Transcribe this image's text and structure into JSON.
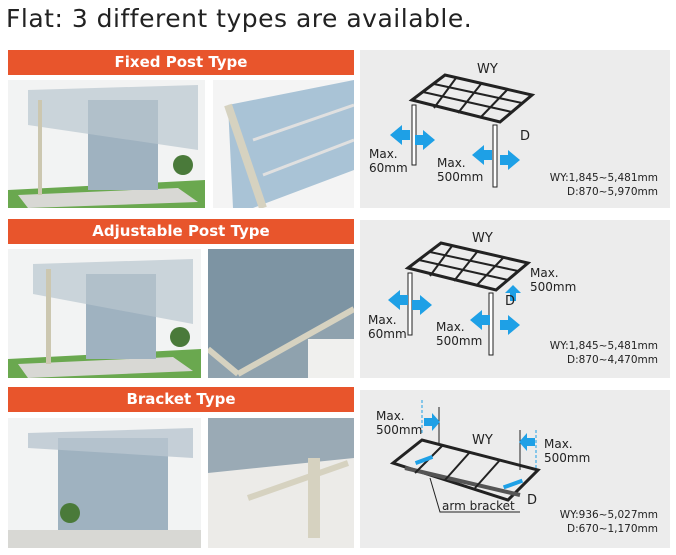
{
  "title": "Flat: 3 different types are available.",
  "colors": {
    "header": "#e8552c",
    "arrow": "#1ea0e6",
    "panel": "#ececec"
  },
  "sections": [
    {
      "header": "Fixed Post Type",
      "diagram": {
        "top": "WY",
        "side": "D",
        "left_max": "Max.",
        "left_val": "60mm",
        "mid_max": "Max.",
        "mid_val": "500mm",
        "spec_wy": "WY:1,845~5,481mm",
        "spec_d": "D:870~5,970mm"
      }
    },
    {
      "header": "Adjustable Post Type",
      "diagram": {
        "top": "WY",
        "side": "D",
        "left_max": "Max.",
        "left_val": "60mm",
        "mid_max": "Max.",
        "mid_val": "500mm",
        "right_max": "Max.",
        "right_val": "500mm",
        "spec_wy": "WY:1,845~5,481mm",
        "spec_d": "D:870~4,470mm"
      }
    },
    {
      "header": "Bracket Type",
      "diagram": {
        "top": "WY",
        "side": "D",
        "left_max": "Max.",
        "left_val": "500mm",
        "right_max": "Max.",
        "right_val": "500mm",
        "callout": "arm bracket",
        "spec_wy": "WY:936~5,027mm",
        "spec_d": "D:670~1,170mm"
      }
    }
  ]
}
